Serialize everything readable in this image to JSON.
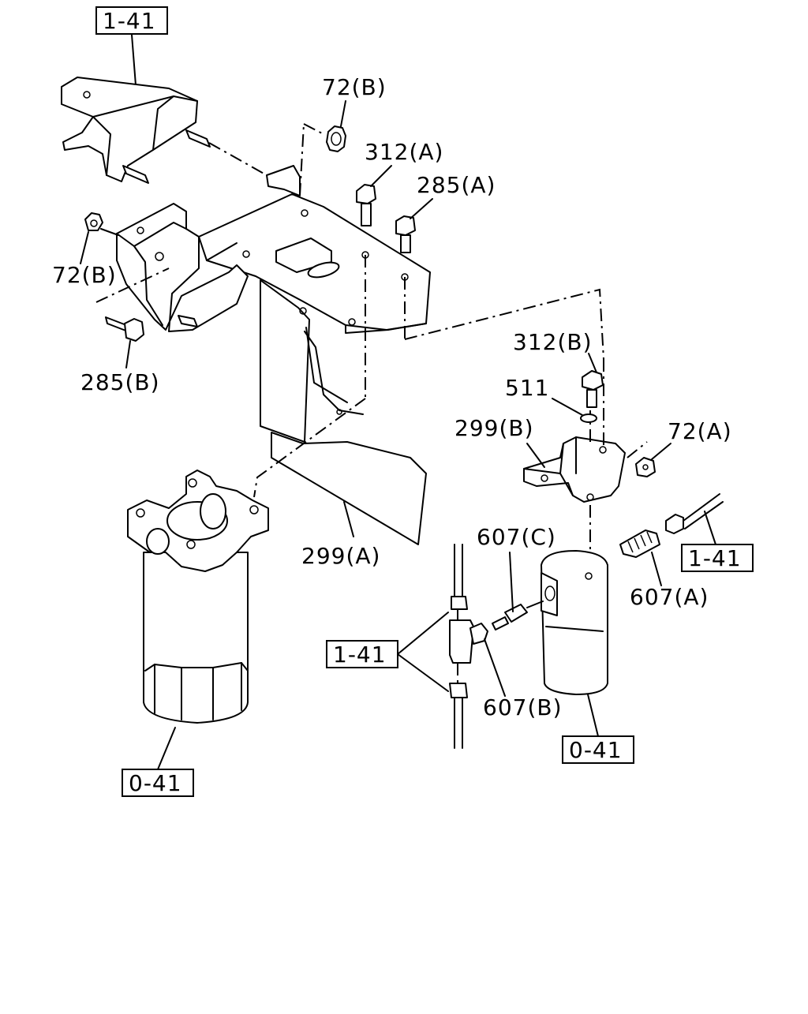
{
  "references": {
    "ref_top_left": "1-41",
    "ref_right": "1-41",
    "ref_center": "1-41",
    "ref_filter_left": "0-41",
    "ref_filter_right": "0-41"
  },
  "callouts": {
    "nut_72b_top": "72(B)",
    "bolt_312a": "312(A)",
    "bolt_285a": "285(A)",
    "nut_72b_left": "72(B)",
    "bolt_285b": "285(B)",
    "bolt_312b": "312(B)",
    "washer_511": "511",
    "bracket_299b": "299(B)",
    "nut_72a": "72(A)",
    "bracket_299a": "299(A)",
    "connector_607c": "607(C)",
    "connector_607a": "607(A)",
    "connector_607b": "607(B)"
  }
}
